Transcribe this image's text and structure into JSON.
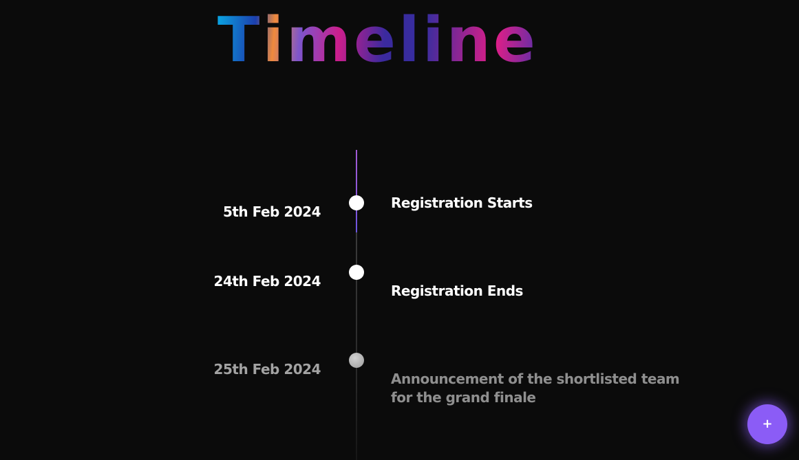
{
  "title": "Timeline",
  "events": [
    {
      "date": "5th Feb 2024",
      "label": "Registration Starts"
    },
    {
      "date": "24th Feb 2024",
      "label": "Registration Ends"
    },
    {
      "date": "25th Feb 2024",
      "label": "Announcement of the shortlisted team for the grand finale"
    }
  ],
  "fab": {
    "icon": "plus-icon",
    "glyph": "+"
  },
  "colors": {
    "background": "#0b0b0b",
    "accent": "#8b5cf6",
    "active_text": "#ffffff",
    "dim_text": "#8f8f8f"
  }
}
